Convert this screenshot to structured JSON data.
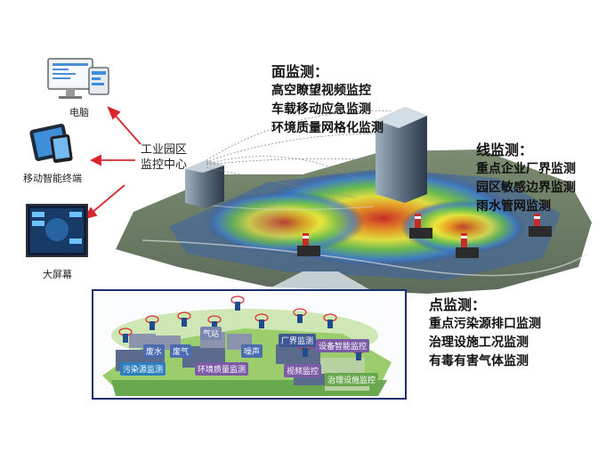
{
  "hub": {
    "line1": "工业园区",
    "line2": "监控中心"
  },
  "devices": {
    "computer": "电脑",
    "mobile": "移动智能终端",
    "bigscreen": "大屏幕"
  },
  "area_monitoring": {
    "title": "面监测：",
    "items": [
      "高空瞭望视频监控",
      "车载移动应急监测",
      "环境质量网格化监测"
    ]
  },
  "line_monitoring": {
    "title": "线监测：",
    "items": [
      "重点企业厂界监测",
      "园区敏感边界监测",
      "雨水管网监测"
    ]
  },
  "point_monitoring": {
    "title": "点监测：",
    "items": [
      "重点污染源排口监测",
      "治理设施工况监测",
      "有毒有害气体监测"
    ]
  },
  "park_tags": {
    "water": "废水",
    "gas": "废气",
    "station": "气站",
    "noise": "噪声",
    "boundary": "厂界监测",
    "equipment": "设备智能监控",
    "pollution": "污染源监测",
    "quality": "环境质量监测",
    "video": "视频监控",
    "treatment": "治理设施监控"
  },
  "colors": {
    "arrow": "#d9262c",
    "callout_border": "#1a2f6e",
    "sensor_ring": "#d9262c"
  }
}
